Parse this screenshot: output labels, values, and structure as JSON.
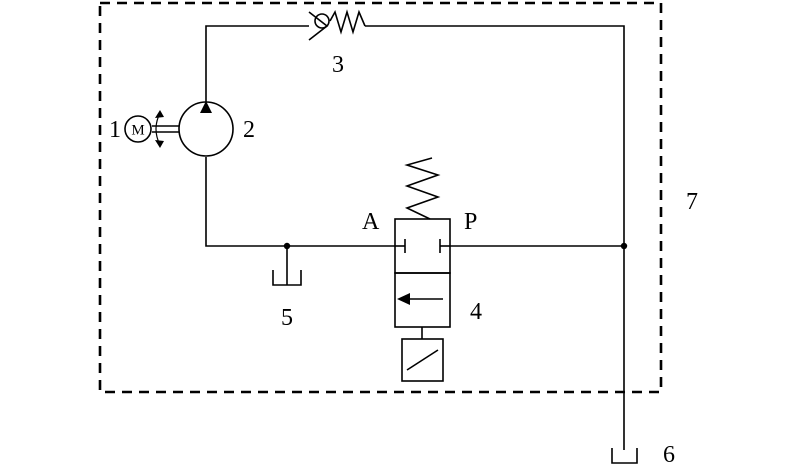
{
  "diagram": {
    "labels": {
      "motor": "1",
      "motor_symbol": "M",
      "pump": "2",
      "check_valve": "3",
      "directional_valve": "4",
      "tank_inner": "5",
      "tank_outer": "6",
      "enclosure": "7",
      "port_a": "A",
      "port_p": "P"
    }
  }
}
